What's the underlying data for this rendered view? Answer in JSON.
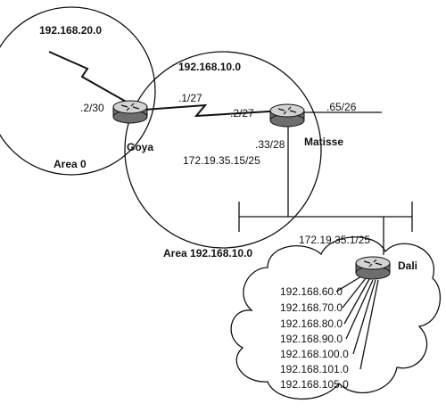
{
  "areas": {
    "area0_network": "192.168.20.0",
    "area0_name": "Area 0",
    "area_b_network": "192.168.10.0",
    "area_b_name": "Area 192.168.10.0"
  },
  "routers": {
    "goya": {
      "name": "Goya",
      "if_area0": ".2/30",
      "if_serial": ".1/27"
    },
    "matisse": {
      "name": "Matisse",
      "if_serial": ".2/27",
      "if_east": ".65/26",
      "if_eth_mask": ".33/28",
      "if_eth_ip": "172.19.35.15/25"
    },
    "dali": {
      "name": "Dali",
      "if_eth": "172.19.35.1/25",
      "networks": [
        "192.168.60.0",
        "192.168.70.0",
        "192.168.80.0",
        "192.168.90.0",
        "192.168.100.0",
        "192.168.101.0",
        "192.168.105.0"
      ]
    }
  },
  "colors": {
    "router_top": "#d2d2d2",
    "router_side": "#6e6e6e",
    "lines": "#111111"
  },
  "icons": [
    "router-icon",
    "serial-link-icon",
    "cloud-icon"
  ]
}
